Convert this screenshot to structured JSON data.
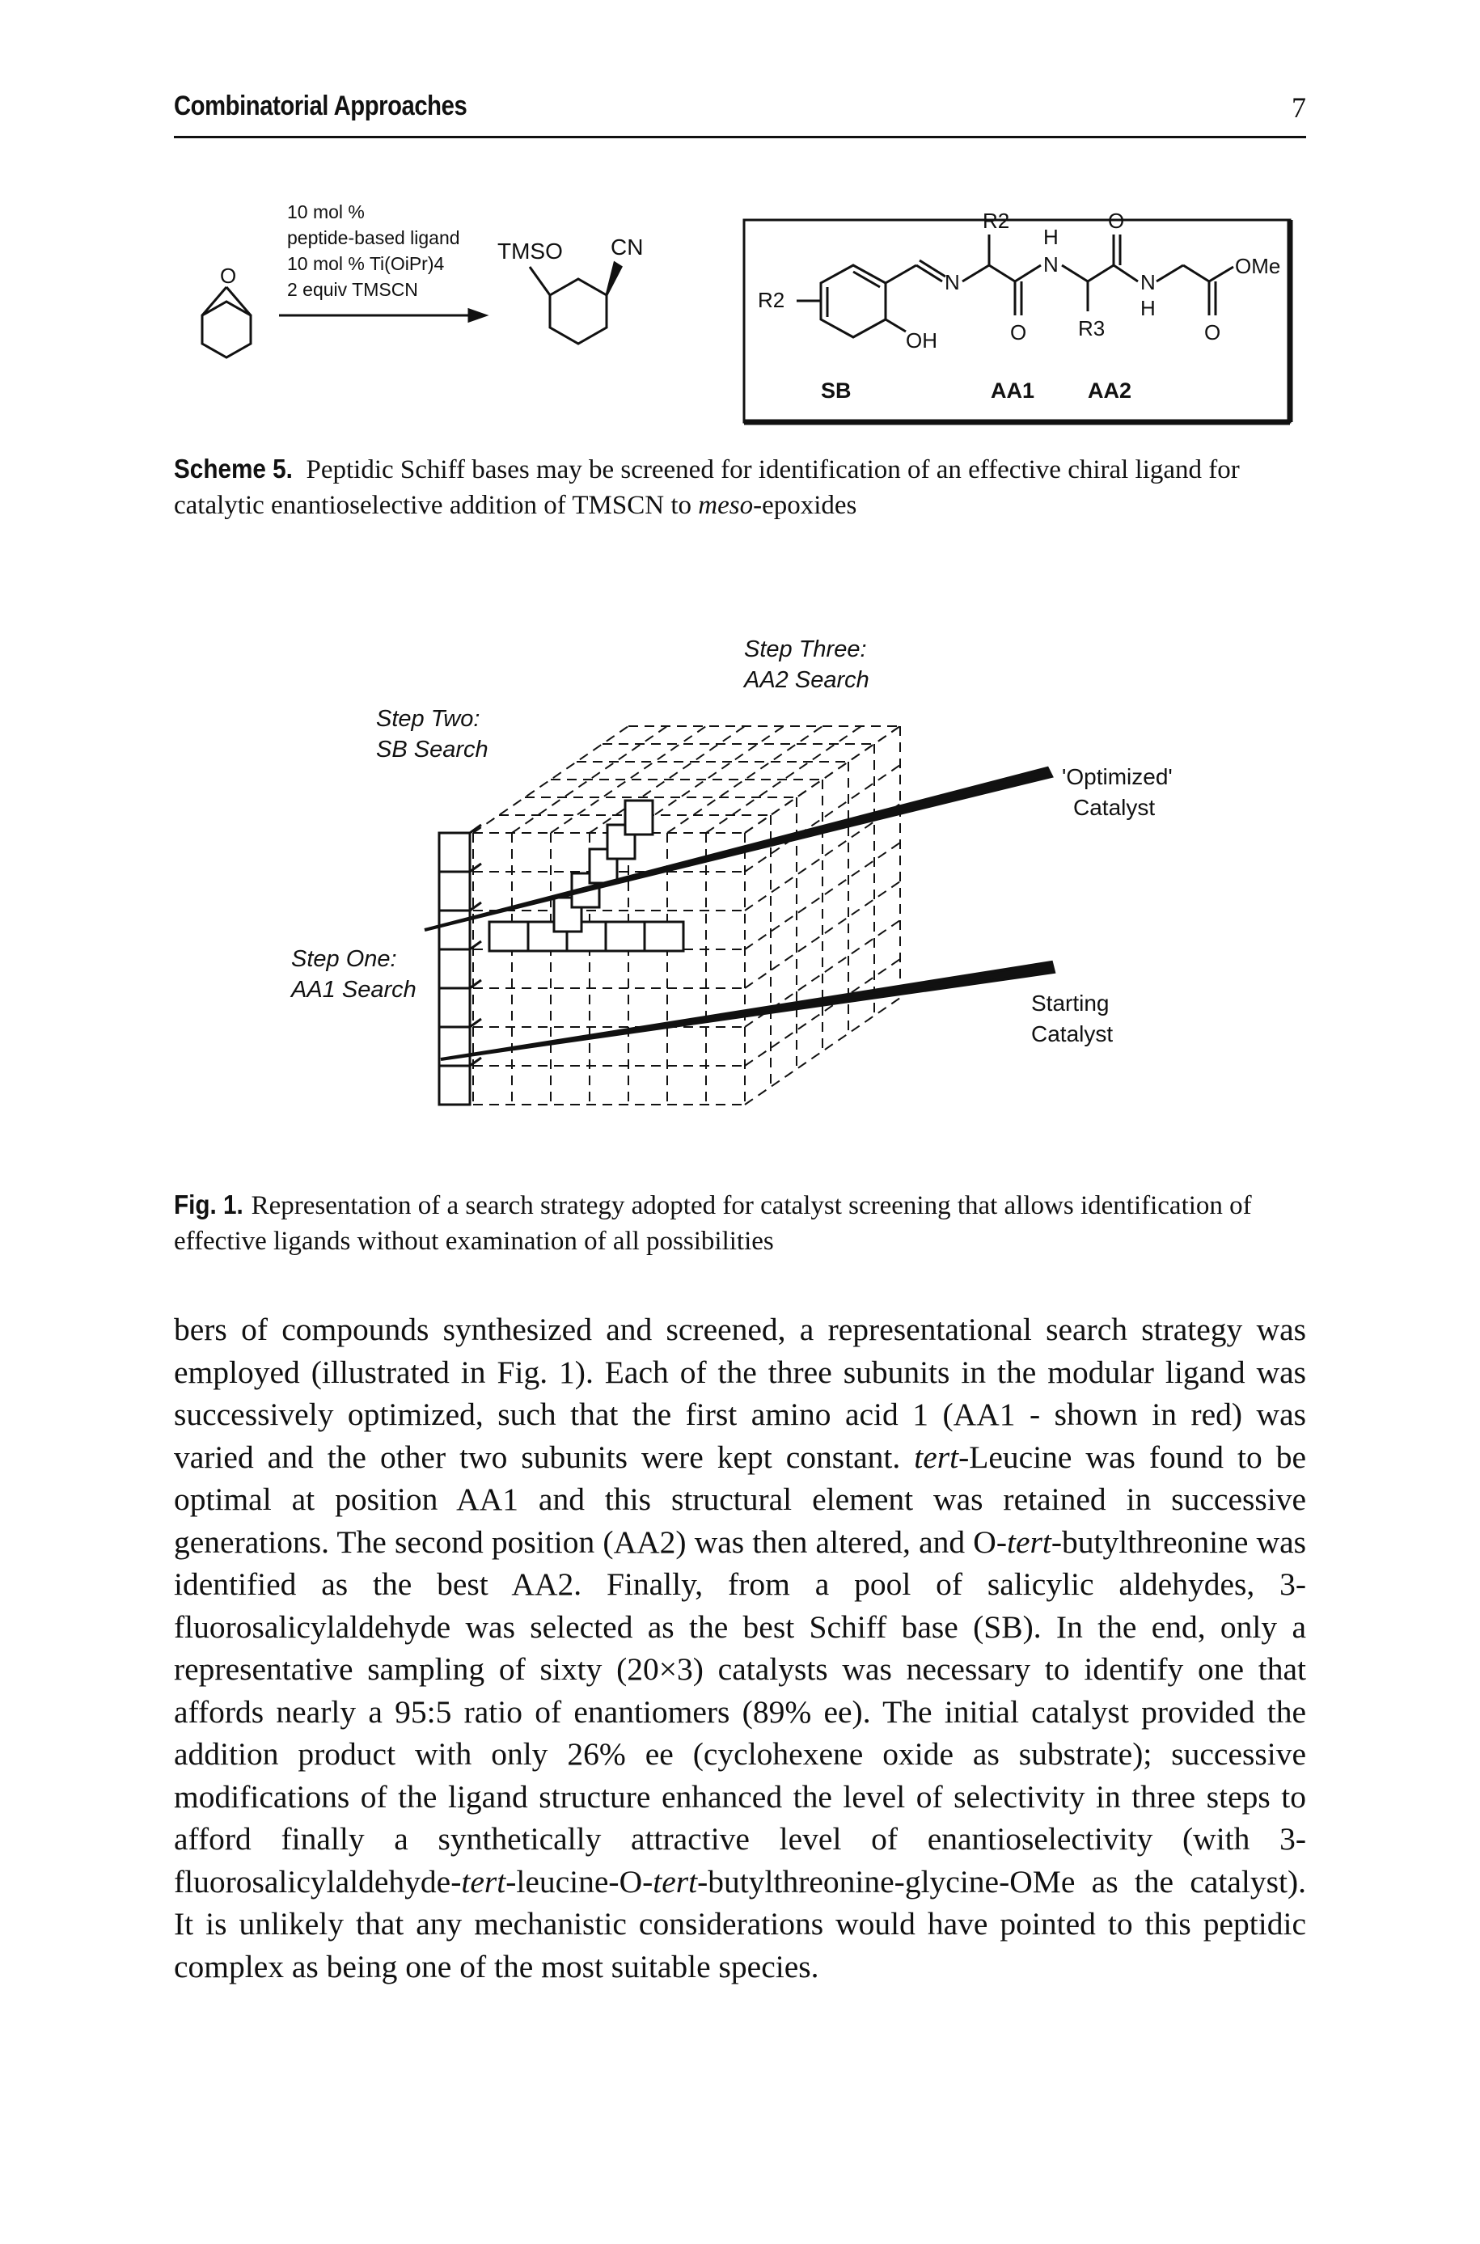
{
  "header": {
    "title": "Combinatorial Approaches",
    "page_number": "7"
  },
  "scheme": {
    "conditions": [
      "10 mol %",
      "peptide-based ligand",
      "10 mol % Ti(OiPr)4",
      "2 equiv TMSCN"
    ],
    "product_labels": {
      "tmso": "TMSO",
      "cn": "CN"
    },
    "ligand_labels": {
      "r2_top": "R2",
      "r2_left": "R2",
      "oh": "OH",
      "n1": "N",
      "nh_top": "H",
      "nh_n": "N",
      "o_top": "O",
      "o_bottom1": "O",
      "r3": "R3",
      "n_bottom": "N",
      "h_bottom": "H",
      "o_bottom2": "O",
      "ome": "OMe"
    },
    "segments": [
      "SB",
      "AA1",
      "AA2"
    ],
    "caption_label": "Scheme 5.",
    "caption_text": "Peptidic Schiff bases may be screened for identification of an effective chiral ligand for catalytic enantioselective addition of TMSCN to ",
    "caption_italic": "meso",
    "caption_tail": "-epoxides"
  },
  "figure1": {
    "step_three": [
      "Step Three:",
      "AA2 Search"
    ],
    "step_two": [
      "Step Two:",
      "SB Search"
    ],
    "step_one": [
      "Step One:",
      "AA1 Search"
    ],
    "optimized": [
      "'Optimized'",
      "Catalyst"
    ],
    "starting": [
      "Starting",
      "Catalyst"
    ],
    "caption_label": "Fig. 1.",
    "caption_text": "Representation of a search strategy adopted for catalyst screening that allows identification of effective ligands without examination of all possibilities"
  },
  "body": {
    "p1": "bers of compounds synthesized and screened, a representational search strategy was employed (illustrated in Fig. 1). Each of the three subunits in the modular ligand was successively optimized, such that the first amino acid 1 (AA1 - shown in red) was varied and the other two subunits were kept constant. ",
    "p2_it": "tert",
    "p3": "-Leucine was found to be optimal at position AA1 and this structural element was retained in successive generations. The second position (AA2) was then altered, and O-",
    "p4_it": "tert",
    "p5": "-butylthreonine was identified as the best AA2. Finally, from a pool of salicylic aldehydes, 3-fluorosalicylaldehyde was selected as the best Schiff base (SB). In the end, only a representative sampling of sixty (20×3) catalysts was necessary to identify one that affords nearly a 95:5 ratio of enantiomers (89% ee). The initial catalyst provided the addition product with only 26% ee (cyclohexene oxide as substrate); successive modifications of the ligand structure enhanced the level of selectivity in three steps to afford finally a synthetically attractive level of enantioselectivity (with 3-fluorosalicylaldehyde-",
    "p6_it": "tert",
    "p7": "-leucine-O-",
    "p8_it": "tert",
    "p9": "-butylthreonine-glycine-OMe as the catalyst). It is unlikely that any mechanistic considerations would have pointed to this peptidic complex as being one of the most suitable species."
  }
}
